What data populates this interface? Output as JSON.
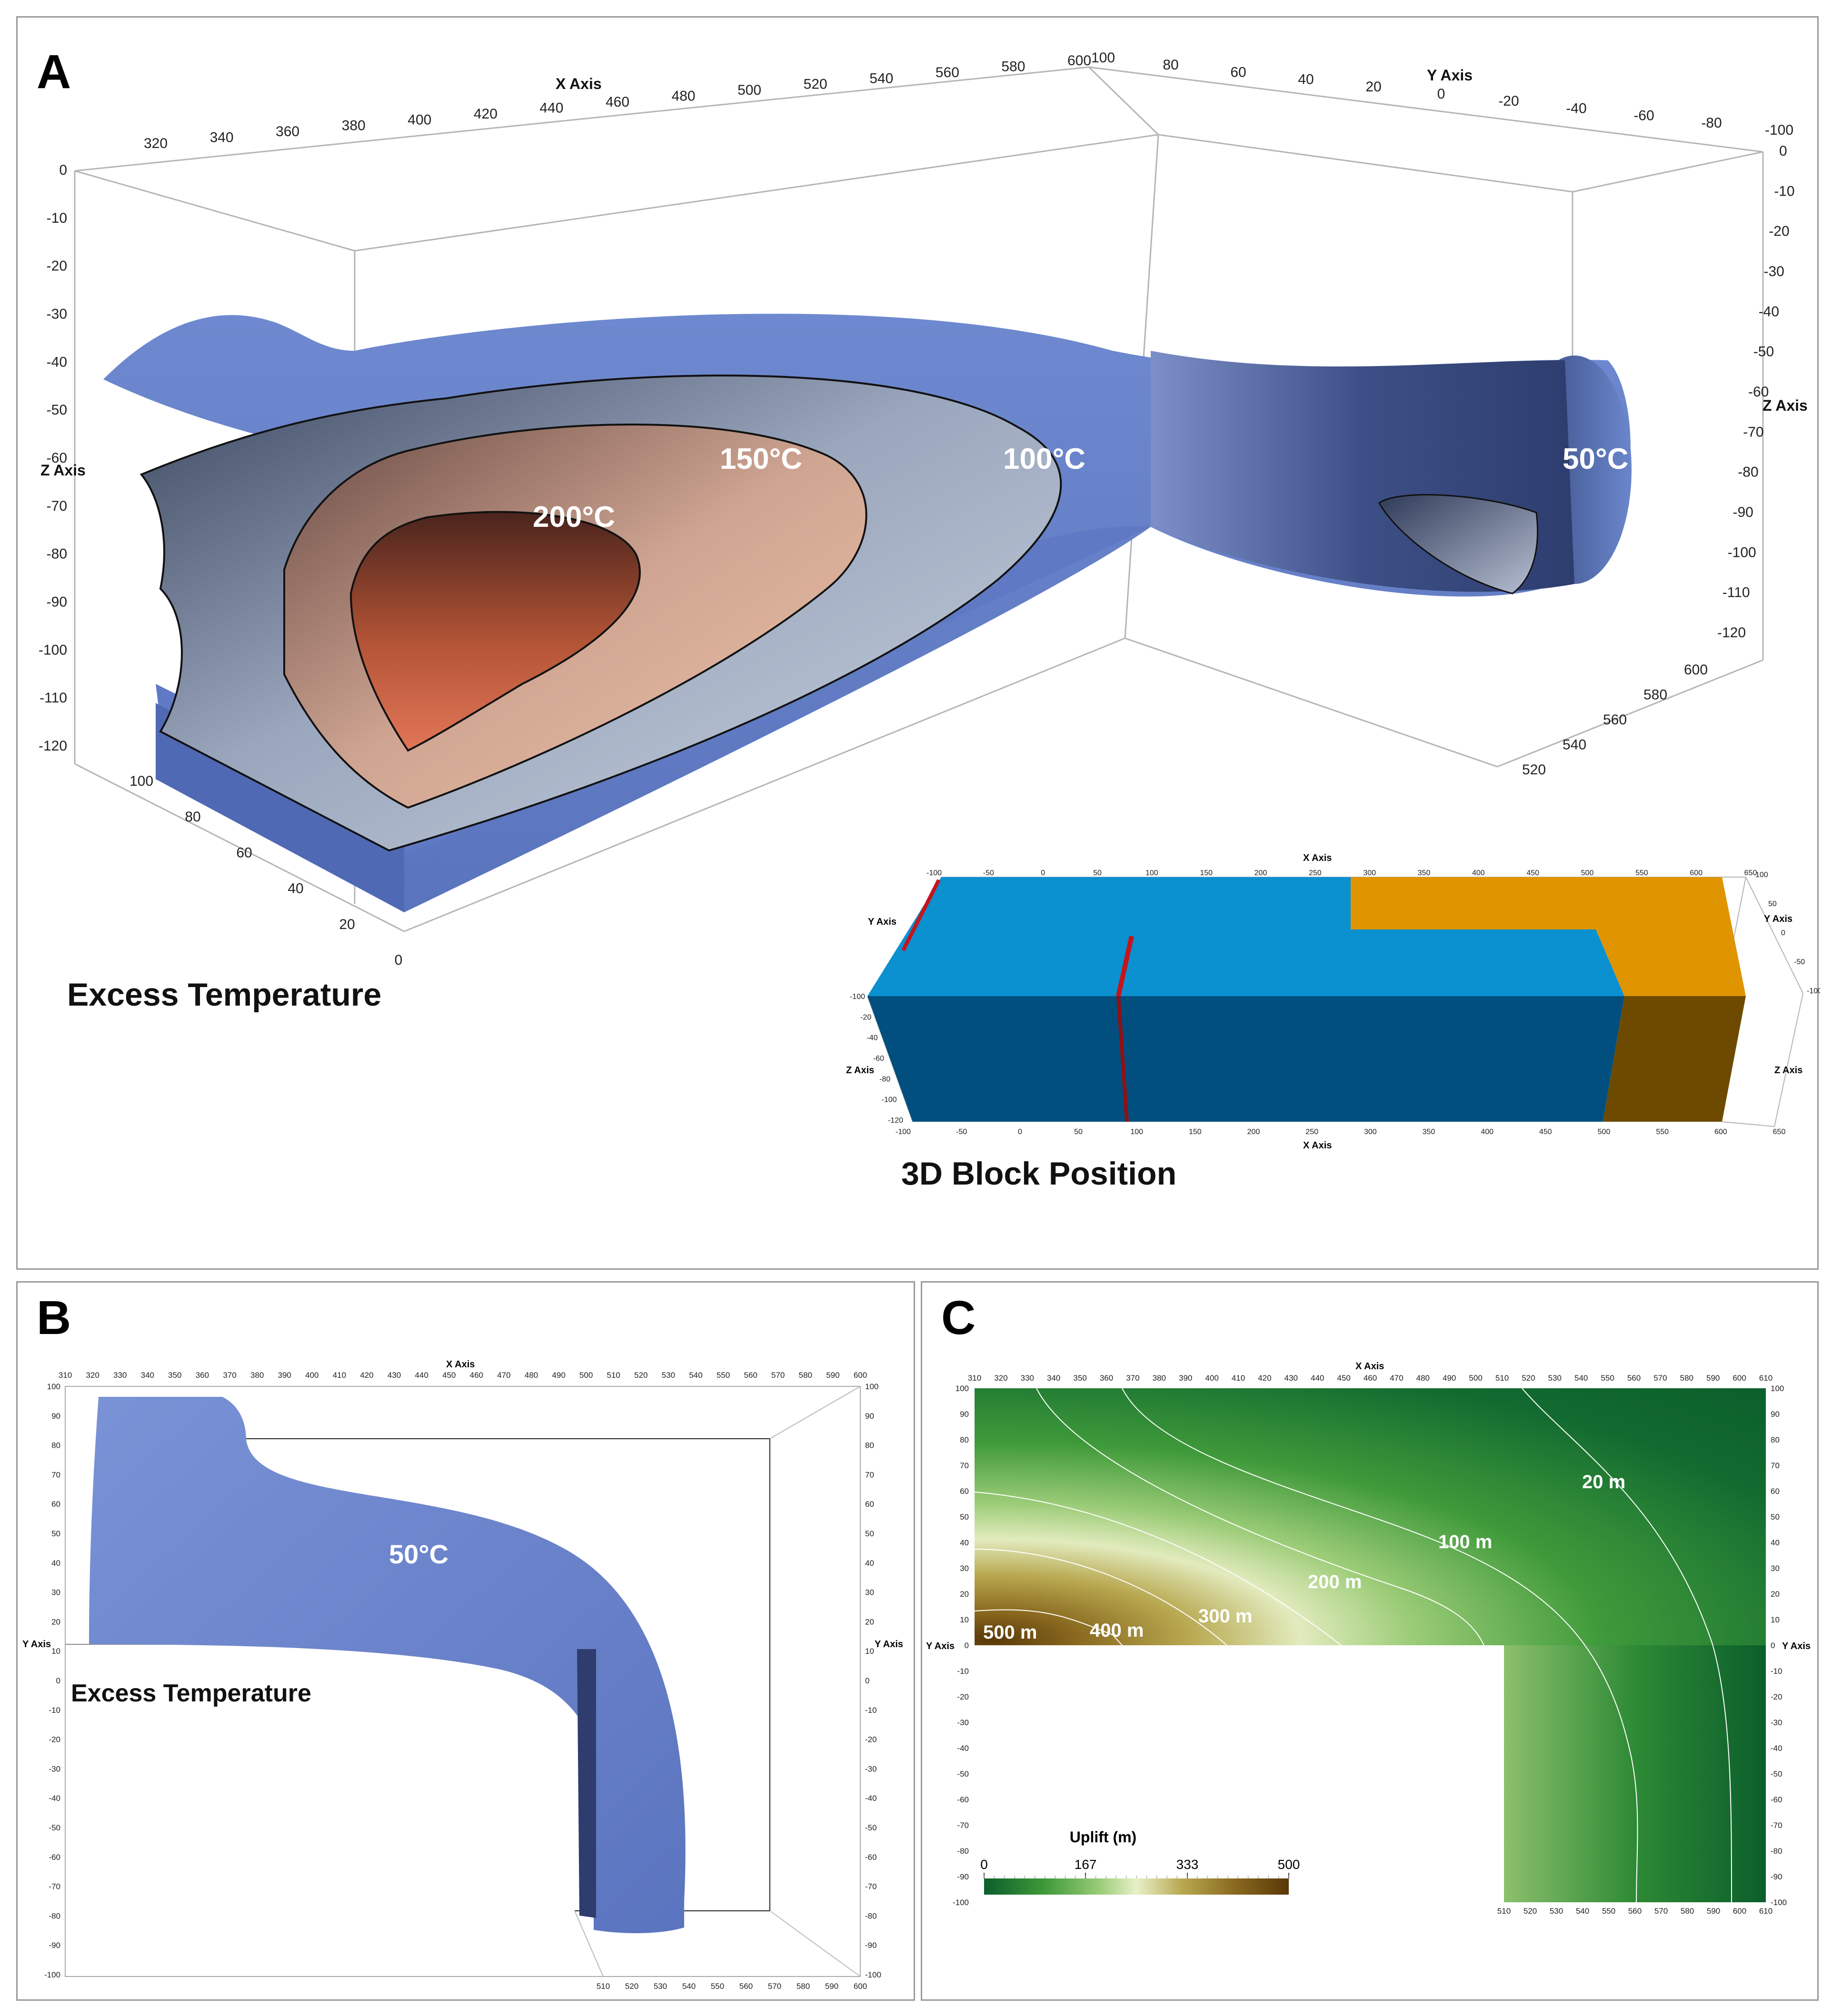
{
  "panels": {
    "A": {
      "letter": "A",
      "caption": "Excess Temperature",
      "x_axis_title": "X Axis",
      "y_axis_title": "Y Axis",
      "z_axis_title": "Z Axis",
      "x_ticks": [
        "320",
        "340",
        "360",
        "380",
        "400",
        "420",
        "440",
        "460",
        "480",
        "500",
        "520",
        "540",
        "560",
        "580",
        "600"
      ],
      "y_ticks": [
        "100",
        "80",
        "60",
        "40",
        "20",
        "0",
        "-20",
        "-40",
        "-60",
        "-80",
        "-100"
      ],
      "z_ticks": [
        "0",
        "-10",
        "-20",
        "-30",
        "-40",
        "-50",
        "-60",
        "-70",
        "-80",
        "-90",
        "-100",
        "-110",
        "-120"
      ],
      "y_front_ticks": [
        "100",
        "80",
        "60",
        "40",
        "20",
        "0"
      ],
      "x_right_ticks": [
        "600",
        "580",
        "560",
        "540",
        "520"
      ],
      "isotherms": [
        "200°C",
        "150°C",
        "100°C",
        "50°C"
      ],
      "inset": {
        "caption": "3D Block Position",
        "x_axis_title": "X Axis",
        "y_axis_title": "Y Axis",
        "z_axis_title": "Z Axis",
        "x_ticks": [
          "-100",
          "-50",
          "0",
          "50",
          "100",
          "150",
          "200",
          "250",
          "300",
          "350",
          "400",
          "450",
          "500",
          "550",
          "600",
          "650"
        ],
        "z_ticks": [
          "-100",
          "-20",
          "-40",
          "-60",
          "-80",
          "-100",
          "-120"
        ],
        "y_ticks": [
          "100",
          "50",
          "0",
          "-50",
          "-100"
        ],
        "colors": {
          "main_top": "#0b90d0",
          "main_front": "#004f7f",
          "block_top": "#e09400",
          "block_front": "#6d4a00",
          "fault": "#c4151c"
        }
      }
    },
    "B": {
      "letter": "B",
      "caption": "Excess Temperature",
      "x_axis_title": "X Axis",
      "y_axis_title": "Y Axis",
      "isotherm": "50°C",
      "x_ticks": [
        "310",
        "320",
        "330",
        "340",
        "350",
        "360",
        "370",
        "380",
        "390",
        "400",
        "410",
        "420",
        "430",
        "440",
        "450",
        "460",
        "470",
        "480",
        "490",
        "500",
        "510",
        "520",
        "530",
        "540",
        "550",
        "560",
        "570",
        "580",
        "590",
        "600"
      ],
      "x_bottom_ticks": [
        "510",
        "520",
        "530",
        "540",
        "550",
        "560",
        "570",
        "580",
        "590",
        "600"
      ],
      "y_ticks": [
        "100",
        "90",
        "80",
        "70",
        "60",
        "50",
        "40",
        "30",
        "20",
        "10",
        "0",
        "-10",
        "-20",
        "-30",
        "-40",
        "-50",
        "-60",
        "-70",
        "-80",
        "-90",
        "-100"
      ]
    },
    "C": {
      "letter": "C",
      "x_axis_title": "X Axis",
      "y_axis_title": "Y Axis",
      "x_ticks": [
        "310",
        "320",
        "330",
        "340",
        "350",
        "360",
        "370",
        "380",
        "390",
        "400",
        "410",
        "420",
        "430",
        "440",
        "450",
        "460",
        "470",
        "480",
        "490",
        "500",
        "510",
        "520",
        "530",
        "540",
        "550",
        "560",
        "570",
        "580",
        "590",
        "600",
        "610"
      ],
      "x_bottom_ticks": [
        "510",
        "520",
        "530",
        "540",
        "550",
        "560",
        "570",
        "580",
        "590",
        "600",
        "610"
      ],
      "y_ticks": [
        "100",
        "90",
        "80",
        "70",
        "60",
        "50",
        "40",
        "30",
        "20",
        "10",
        "0",
        "-10",
        "-20",
        "-30",
        "-40",
        "-50",
        "-60",
        "-70",
        "-80",
        "-90",
        "-100"
      ],
      "contour_labels": [
        "500 m",
        "400 m",
        "300 m",
        "200 m",
        "100 m",
        "20 m"
      ],
      "colorbar": {
        "title": "Uplift (m)",
        "ticks": [
          "0",
          "167",
          "333",
          "500"
        ],
        "colors": [
          "#0b5e2b",
          "#3f9a3a",
          "#9ccc78",
          "#e8f0c8",
          "#b8a850",
          "#8a6a20",
          "#5a3808"
        ]
      }
    }
  }
}
